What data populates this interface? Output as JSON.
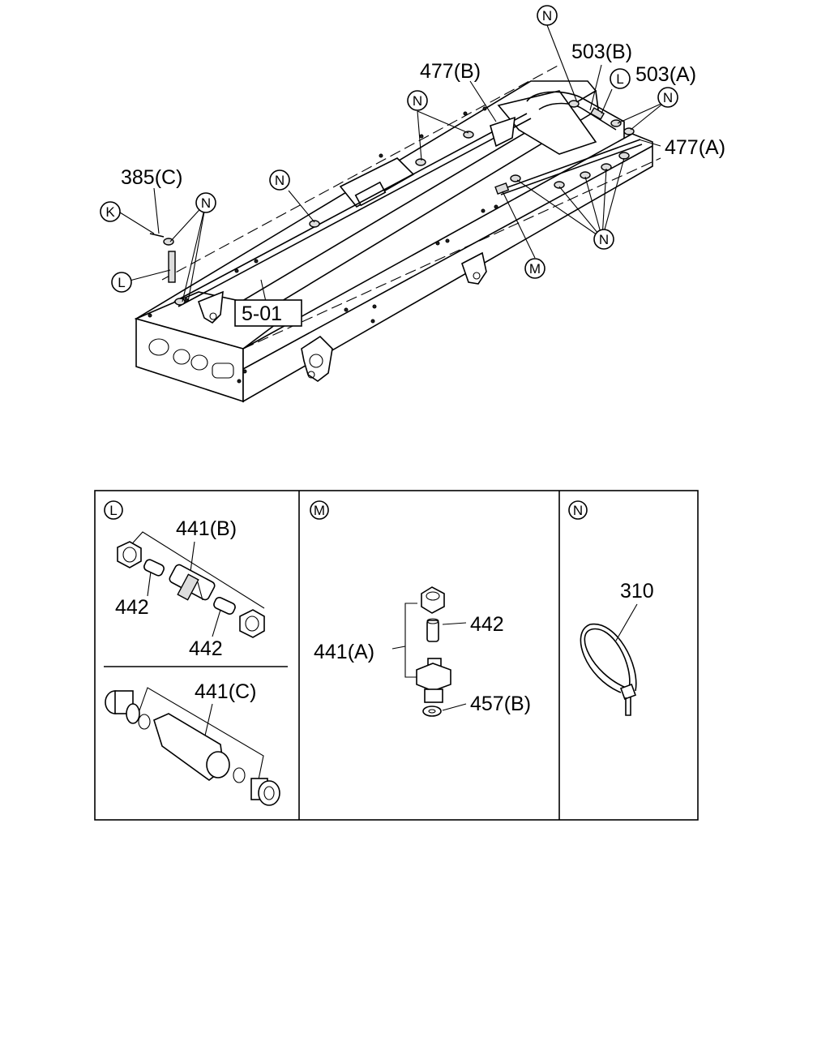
{
  "frame_labels": {
    "l_477b": "477(B)",
    "l_503b": "503(B)",
    "l_503a": "503(A)",
    "l_477a": "477(A)",
    "l_385c": "385(C)",
    "ref_box": "5-01"
  },
  "callouts": {
    "n": "N",
    "k": "K",
    "l": "L",
    "m": "M"
  },
  "panels": {
    "left": {
      "badge": "L",
      "top_part": "441(B)",
      "top_sub_a": "442",
      "top_sub_b": "442",
      "bottom_part": "441(C)"
    },
    "middle": {
      "badge": "M",
      "assembly": "441(A)",
      "pin": "442",
      "washer": "457(B)"
    },
    "right": {
      "badge": "N",
      "tie": "310"
    }
  }
}
